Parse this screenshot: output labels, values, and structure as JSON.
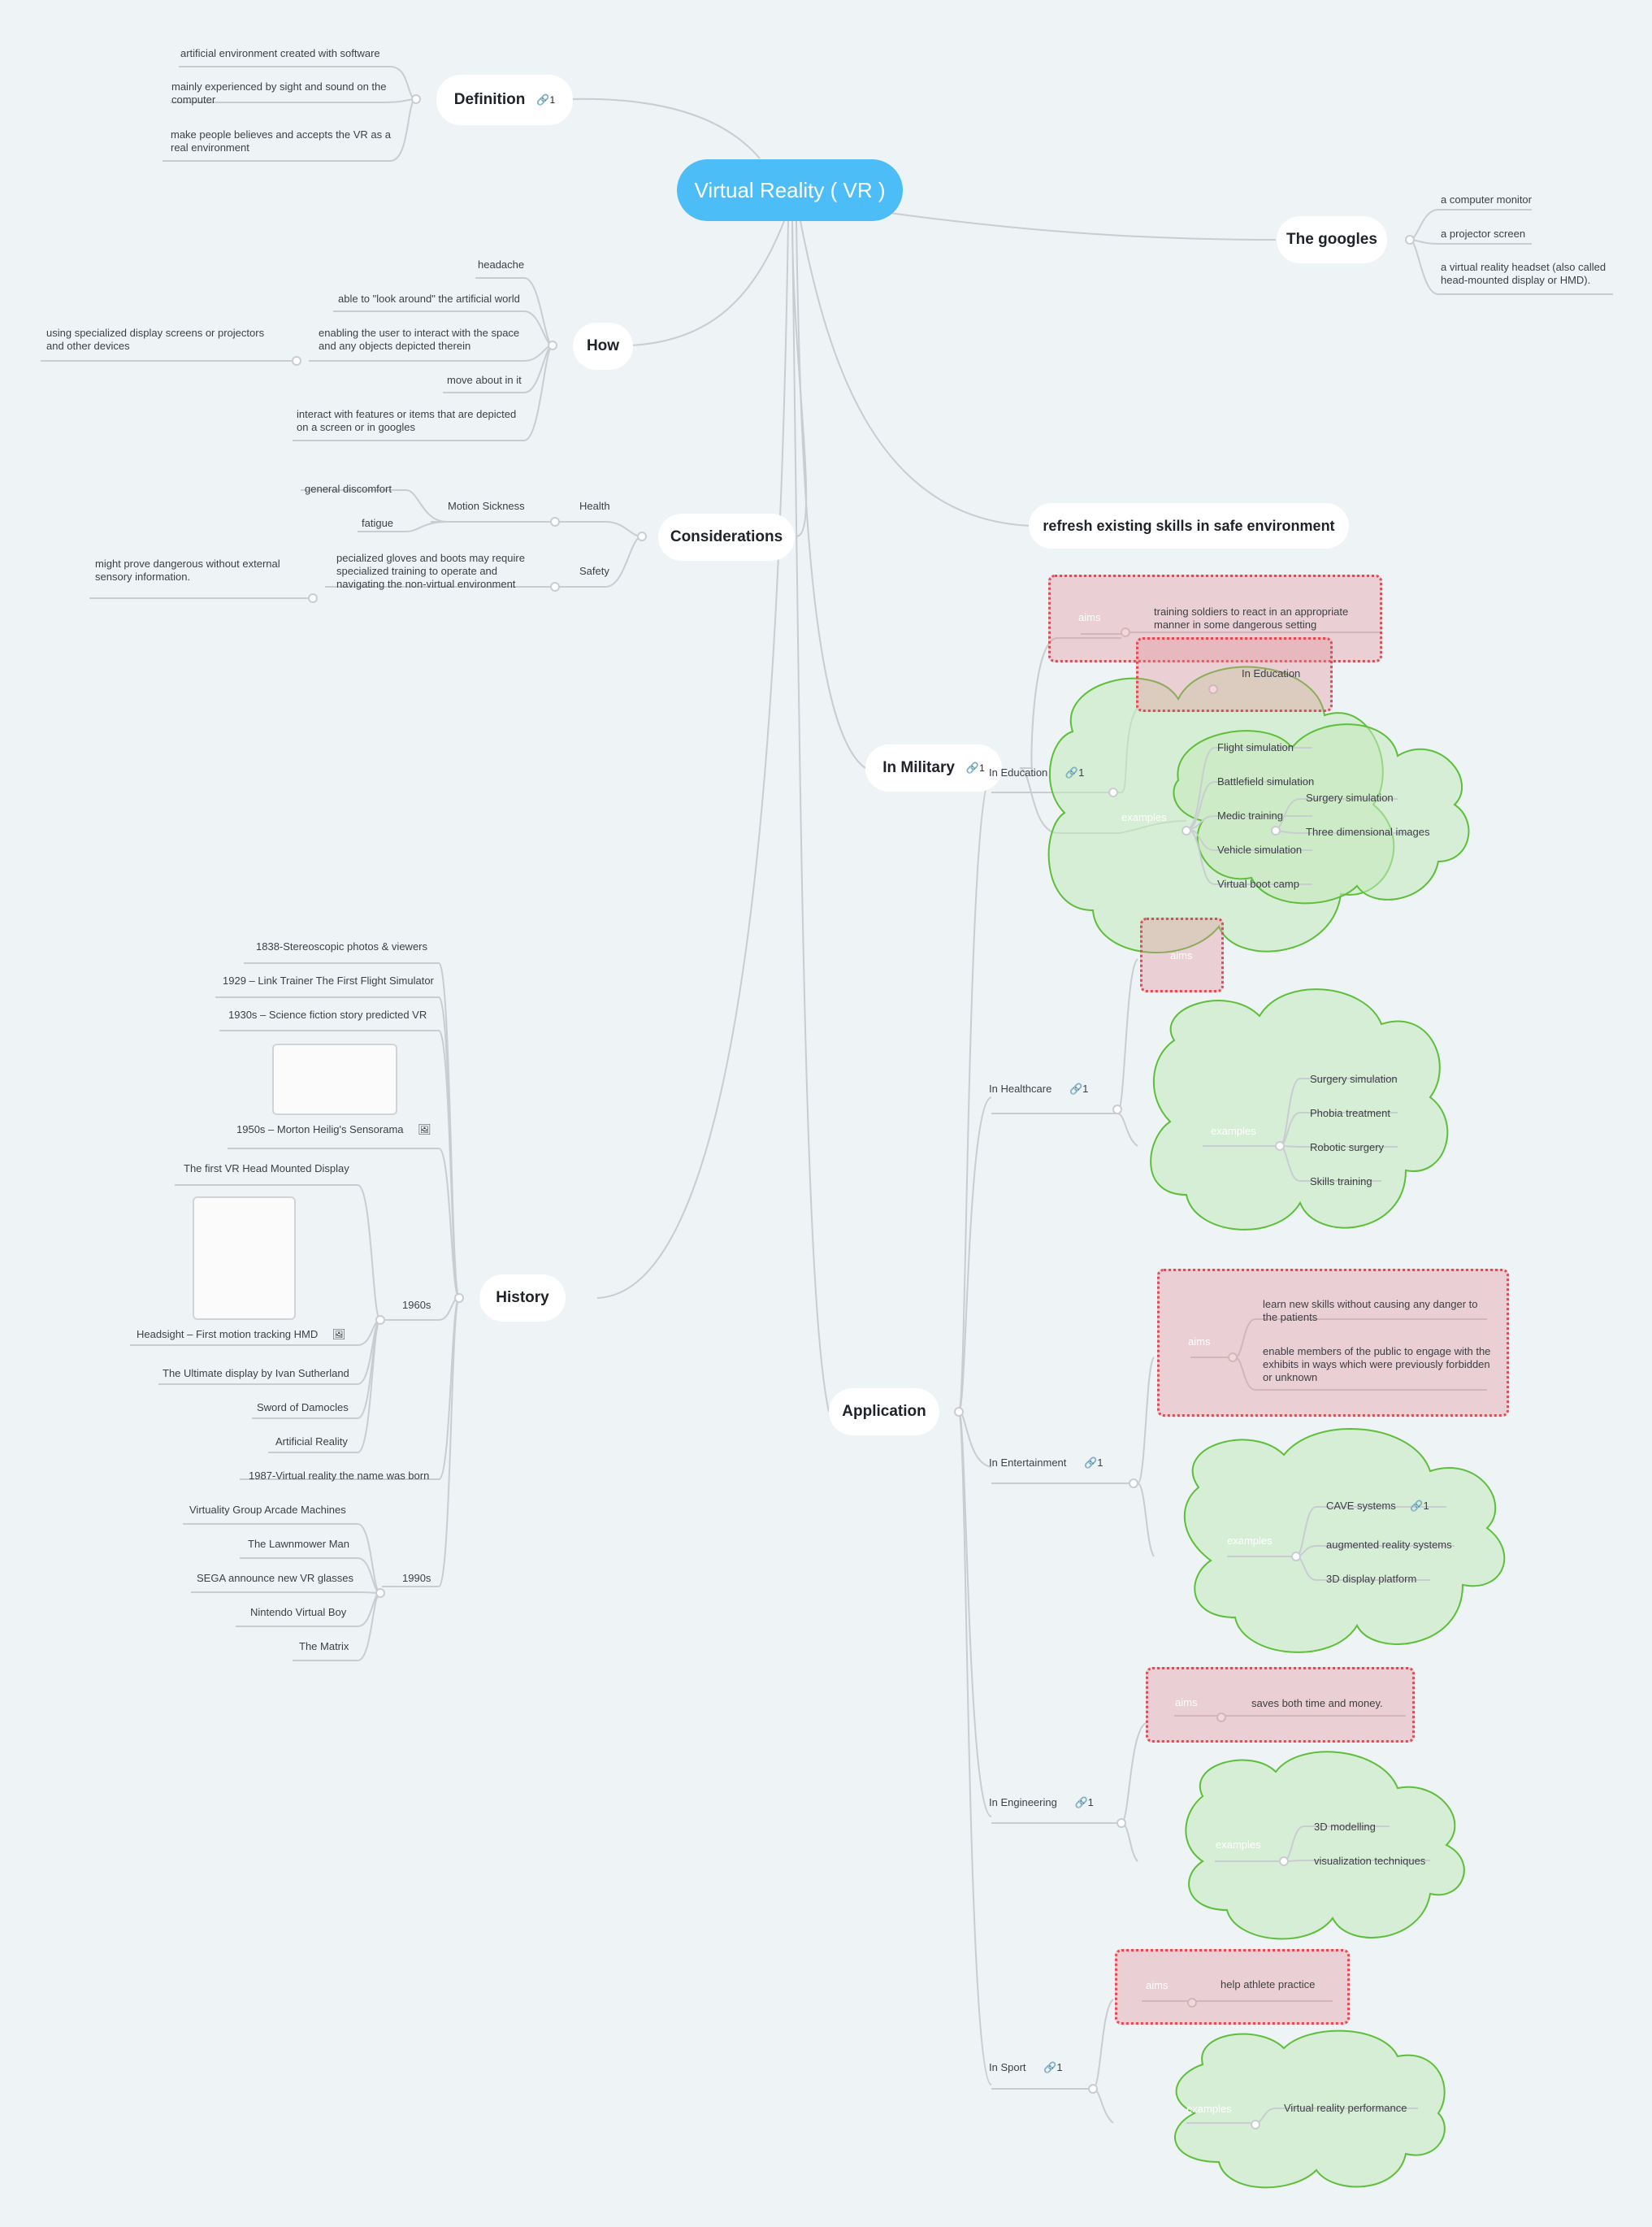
{
  "root": {
    "label": "Virtual Reality ( VR )"
  },
  "definition": {
    "label": "Definition",
    "link_count": "1",
    "items": [
      "artificial environment created with software",
      "mainly experienced by sight and sound on the computer",
      "make people believes and accepts the VR as a real environment"
    ]
  },
  "googles": {
    "label": "The googles",
    "items": [
      "a computer monitor",
      "a projector screen",
      "a virtual reality headset (also called head-mounted display or HMD)."
    ]
  },
  "how": {
    "label": "How",
    "items": [
      "headache",
      "able to \"look around\" the artificial world",
      "enabling the user to interact with the space and any objects depicted therein",
      "move about in it",
      "interact with features or items that are depicted on a screen or in googles"
    ],
    "sub": "using specialized display screens or projectors and other devices"
  },
  "considerations": {
    "label": "Considerations",
    "health": "Health",
    "motion_sickness": "Motion Sickness",
    "general_discomfort": "general discomfort",
    "fatigue": "fatigue",
    "safety": "Safety",
    "gloves": "pecialized gloves and boots may require specialized training to operate and navigating the non-virtual environment",
    "dangerous": "might prove dangerous without external sensory information."
  },
  "refresh": {
    "label": "refresh existing skills in safe environment"
  },
  "military": {
    "label": "In Military",
    "link_count": "1",
    "aims_tag": "aims",
    "aims_text": "training soldiers to react in an appropriate manner in some dangerous setting",
    "overlap_text": "In Education",
    "examples_tag": "examples",
    "examples": [
      "Flight simulation",
      "Battlefield simulation",
      "Medic training",
      "Vehicle simulation",
      "Virtual boot camp"
    ]
  },
  "education": {
    "label": "In Education",
    "link_count": "1",
    "examples_tag": "examples",
    "examples": [
      "Surgery simulation",
      "Three dimensional images"
    ],
    "aims_tag": "aims"
  },
  "healthcare": {
    "label": "In Healthcare",
    "link_count": "1",
    "examples_tag": "examples",
    "examples": [
      "Surgery simulation",
      "Phobia treatment",
      "Robotic surgery",
      "Skills training"
    ]
  },
  "entertainment": {
    "label": "In Entertainment",
    "link_count": "1",
    "aims_tag": "aims",
    "aims": [
      "learn new skills without causing any danger to the patients",
      "enable members of the public to engage with the exhibits in ways which were previously forbidden or unknown"
    ],
    "examples_tag": "examples",
    "examples": [
      "CAVE systems",
      "augmented reality systems",
      "3D display platform"
    ],
    "cave_link": "1"
  },
  "engineering": {
    "label": "In Engineering",
    "link_count": "1",
    "aims_tag": "aims",
    "aims": "saves both time and money.",
    "examples_tag": "examples",
    "examples": [
      "3D modelling",
      "visualization techniques"
    ]
  },
  "sport": {
    "label": "In Sport",
    "link_count": "1",
    "aims_tag": "aims",
    "aims": "help athlete practice",
    "examples_tag": "examples",
    "examples": [
      "Virtual reality performance"
    ]
  },
  "application": {
    "label": "Application"
  },
  "history": {
    "label": "History",
    "early": [
      "1838-Stereoscopic photos & viewers",
      "1929 – Link Trainer The First Flight Simulator",
      "1930s – Science fiction story predicted VR",
      "1950s – Morton Heilig's Sensorama"
    ],
    "s1960": "1960s",
    "items1960": [
      "The first VR Head Mounted Display",
      "Headsight – First motion tracking HMD",
      "The Ultimate display by Ivan Sutherland",
      "Sword of Damocles",
      "Artificial Reality"
    ],
    "born": "1987-Virtual reality the name was born",
    "s1990": "1990s",
    "items1990": [
      "Virtuality Group Arcade Machines",
      "The Lawnmower Man",
      "SEGA announce new VR glasses",
      "Nintendo Virtual Boy",
      "The Matrix"
    ]
  },
  "colors": {
    "root": "#4cbdf6",
    "background": "#eef3f6",
    "cloud_fill": "#d9efd6",
    "cloud_stroke": "#5dbf3a",
    "red_fill": "#e9c6cb",
    "red_stroke": "#e04b55"
  },
  "icons": [
    "link-icon",
    "image-icon"
  ]
}
